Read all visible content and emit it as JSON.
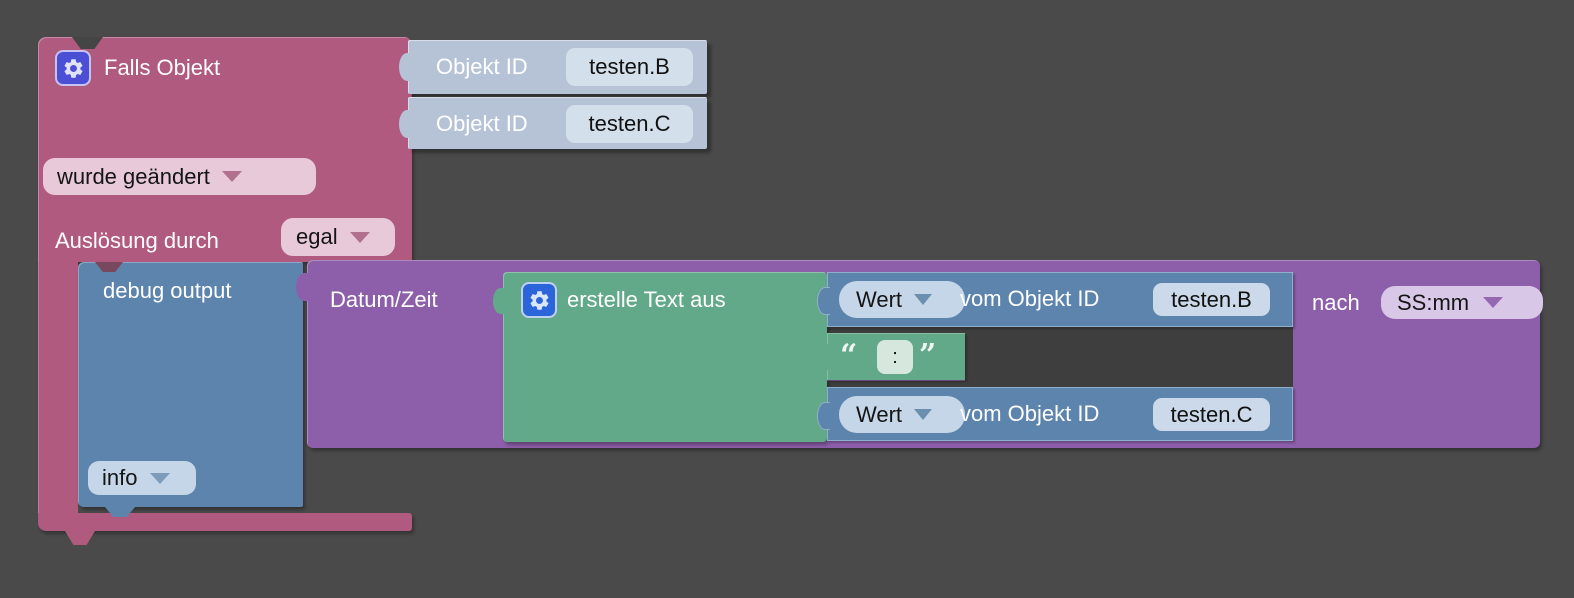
{
  "workspace": {
    "trigger_block": {
      "title": "Falls Objekt",
      "change_dropdown": "wurde geändert",
      "trigger_label": "Auslösung durch",
      "trigger_dropdown": "egal"
    },
    "object_ids": [
      {
        "label": "Objekt ID",
        "value": "testen.B"
      },
      {
        "label": "Objekt ID",
        "value": "testen.C"
      }
    ],
    "debug_block": {
      "title": "debug output",
      "level_dropdown": "info"
    },
    "datetime_block": {
      "title": "Datum/Zeit",
      "nach_label": "nach",
      "format_dropdown": "SS:mm"
    },
    "create_text_block": {
      "title": "erstelle Text aus"
    },
    "value_blocks": [
      {
        "attr_dropdown": "Wert",
        "label": "vom Objekt ID",
        "object_id": "testen.B"
      },
      {
        "attr_dropdown": "Wert",
        "label": "vom Objekt ID",
        "object_id": "testen.C"
      }
    ],
    "string_block": {
      "open_quote": "“",
      "text": ":",
      "close_quote": "”"
    },
    "icons": {
      "gear": "gear-icon",
      "dropdown": "chevron-down"
    },
    "colors": {
      "background": "#4a4a4a",
      "trigger_block": "#b05a7f",
      "object_id_block": "#b6c3d7",
      "debug_block": "#5d84ad",
      "datetime_block": "#8d5faa",
      "create_text_block": "#62a989",
      "gear_indigo": "#4a4fd6",
      "gear_blue": "#2b65d9"
    }
  }
}
